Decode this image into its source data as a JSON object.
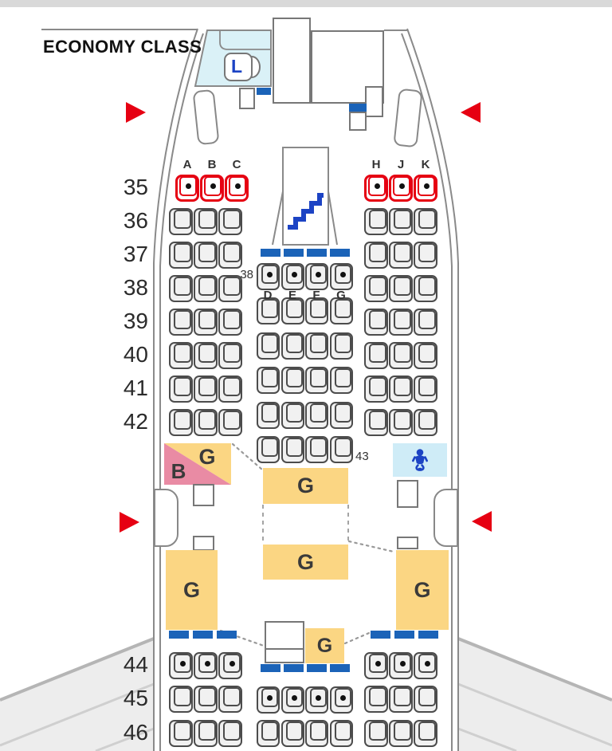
{
  "page": {
    "title": "ECONOMY CLASS"
  },
  "cabin": {
    "column_letters": {
      "left": [
        "A",
        "B",
        "C"
      ],
      "center": [
        "D",
        "E",
        "F",
        "G"
      ],
      "right": [
        "H",
        "J",
        "K"
      ]
    },
    "front_side_rows": [
      {
        "num": "35",
        "seat": "exit-dot"
      },
      {
        "num": "36",
        "seat": "plain"
      },
      {
        "num": "37",
        "seat": "plain"
      },
      {
        "num": "38",
        "seat": "plain"
      },
      {
        "num": "39",
        "seat": "plain"
      },
      {
        "num": "40",
        "seat": "plain"
      },
      {
        "num": "41",
        "seat": "plain"
      },
      {
        "num": "42",
        "seat": "plain"
      }
    ],
    "center_rows": [
      {
        "num": "38",
        "seat": "dot",
        "side_label": "38",
        "label_side": "left"
      },
      {
        "num": "39",
        "seat": "plain"
      },
      {
        "num": "40",
        "seat": "plain"
      },
      {
        "num": "41",
        "seat": "plain"
      },
      {
        "num": "42",
        "seat": "plain"
      },
      {
        "num": "43",
        "seat": "plain",
        "side_label": "43",
        "label_side": "right"
      }
    ],
    "rear_side_rows": [
      {
        "num": "44",
        "seat": "dot"
      },
      {
        "num": "45",
        "seat": "plain"
      },
      {
        "num": "46",
        "seat": "plain"
      }
    ],
    "rear_center_rows": [
      {
        "num": "45",
        "seat": "dot"
      },
      {
        "num": "46",
        "seat": "plain"
      }
    ],
    "facilities": {
      "galley_label": "G",
      "bar_label": "B",
      "lavatory_label": "L",
      "baby_icon": "baby-icon",
      "stairs_icon": "stairs-icon",
      "exit_icon": "exit-triangle-icon"
    },
    "colors": {
      "exit_red": "#e60012",
      "door_blue": "#1b63b8",
      "stairs_blue": "#1c43c4",
      "galley_yellow": "#fbd683",
      "bar_pink": "#e98ba4",
      "lav_blue": "#daf1f7",
      "baby_blue": "#cfecf7",
      "seat_fill": "#f1f1f1",
      "seat_line": "#4c4c4c"
    }
  }
}
